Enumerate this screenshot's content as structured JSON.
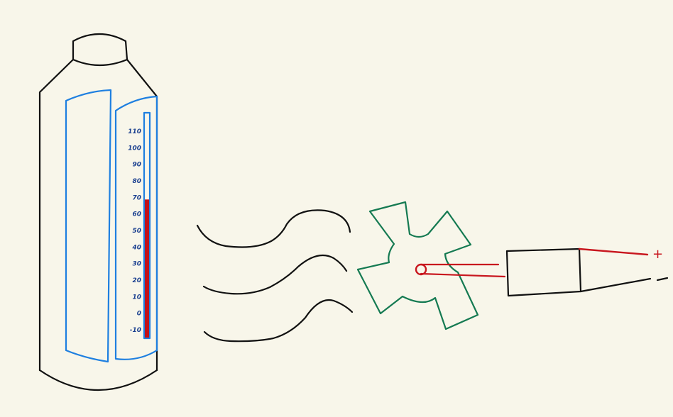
{
  "thermometer": {
    "scale_labels": [
      "110",
      "100",
      "90",
      "80",
      "70",
      "60",
      "50",
      "40",
      "30",
      "20",
      "10",
      "0",
      "-10"
    ],
    "fill_level": 70
  },
  "motor": {
    "plus_label": "+",
    "minus_label": "-"
  },
  "colors": {
    "background": "#f8f6ea",
    "outline": "#111111",
    "panel_blue": "#1e7fe0",
    "scale_text": "#1a3f8f",
    "mercury_red": "#c0121a",
    "fan_green": "#157a52",
    "wire_red": "#c8161e"
  }
}
